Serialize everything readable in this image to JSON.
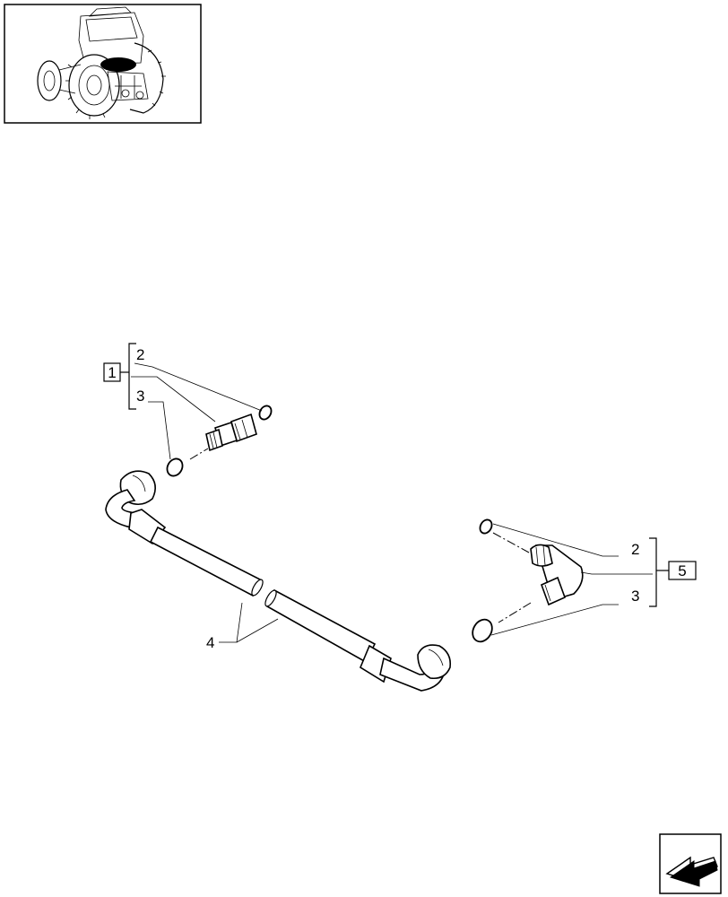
{
  "callouts": {
    "group_a": {
      "box": "1",
      "top": "2",
      "bottom": "3"
    },
    "group_b": {
      "box": "5",
      "top": "2",
      "bottom": "3"
    },
    "pipe": "4"
  },
  "thumbnail": {
    "icon": "tractor-rear-view-icon",
    "highlight": "hydraulic-area"
  },
  "navigation": {
    "icon": "next-page-arrow-icon"
  }
}
